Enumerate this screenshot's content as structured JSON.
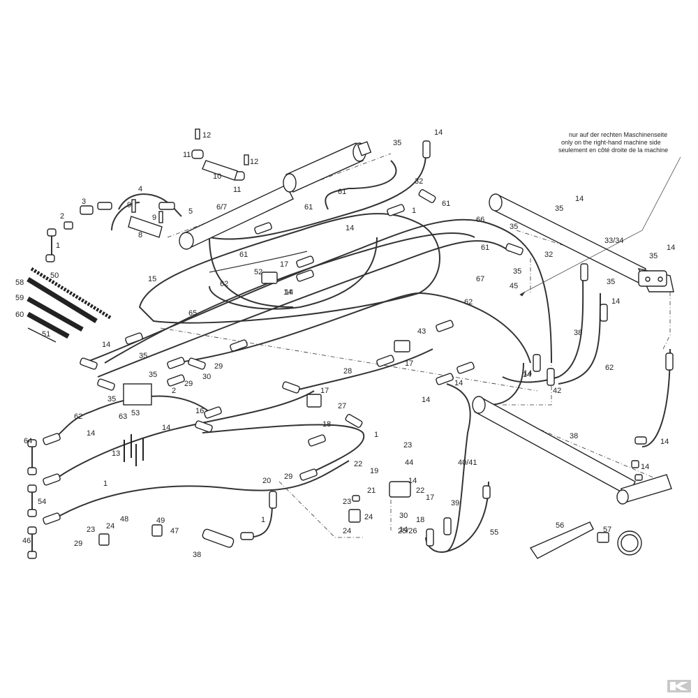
{
  "note": {
    "line_de": "nur auf der rechten Maschinenseite",
    "line_en": "only on the right-hand machine side",
    "line_fr": "seulement en côté droite de la machine"
  },
  "labels": [
    "12",
    "35",
    "14",
    "11",
    "12",
    "10",
    "11",
    "61",
    "32",
    "1",
    "3",
    "2",
    "4",
    "9",
    "9",
    "5",
    "8",
    "6/7",
    "61",
    "61",
    "66",
    "14",
    "1",
    "14",
    "35",
    "35",
    "14",
    "32",
    "35",
    "45",
    "33/34",
    "35",
    "14",
    "61",
    "35",
    "14",
    "58",
    "50",
    "59",
    "60",
    "51",
    "15",
    "62",
    "61",
    "52",
    "17",
    "14",
    "65",
    "67",
    "62",
    "38",
    "14",
    "35",
    "14",
    "29",
    "30",
    "2",
    "29",
    "35",
    "35",
    "63",
    "53",
    "14",
    "16",
    "17",
    "27",
    "28",
    "17",
    "43",
    "14",
    "14",
    "14",
    "42",
    "62",
    "62",
    "14",
    "18",
    "1",
    "64",
    "13",
    "1",
    "54",
    "23",
    "44",
    "40/41",
    "38",
    "14",
    "22",
    "19",
    "14",
    "20",
    "21",
    "22",
    "17",
    "29",
    "23",
    "30",
    "24",
    "14",
    "39",
    "14",
    "18",
    "1",
    "46",
    "23",
    "24",
    "48",
    "49",
    "47",
    "29",
    "24",
    "25/26",
    "38",
    "55",
    "56",
    "57"
  ],
  "logo": "K"
}
